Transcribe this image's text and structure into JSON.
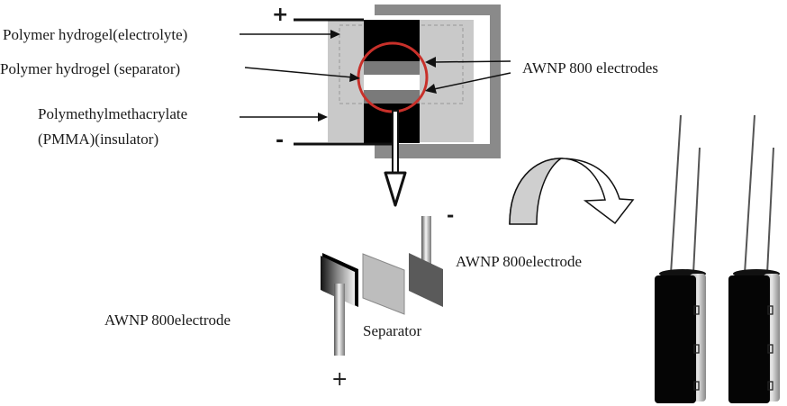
{
  "labels": {
    "electrolyte": "Polymer hydrogel(electrolyte)",
    "separator_hydrogel": "Polymer hydrogel (separator)",
    "pmma_line1": "Polymethylmethacrylate",
    "pmma_line2": "(PMMA)(insulator)",
    "awnp_electrodes": "AWNP 800 electrodes",
    "awnp_electrode_right": "AWNP 800electrode",
    "awnp_electrode_left": "AWNP 800electrode",
    "separator": "Separator"
  },
  "polarity": {
    "top_plus": "+",
    "top_minus": "-",
    "exploded_minus": "-",
    "exploded_plus": "+"
  },
  "colors": {
    "highlight_circle": "#c8302a",
    "electrode_black": "#000000",
    "pmma_light_gray": "#c8c8c8",
    "frame_gray": "#8a8a8a",
    "electrode_dark_gray": "#7a7a7a",
    "separator_gray": "#bdbdbd",
    "curved_arrow_fill": "#cfcfcf"
  }
}
